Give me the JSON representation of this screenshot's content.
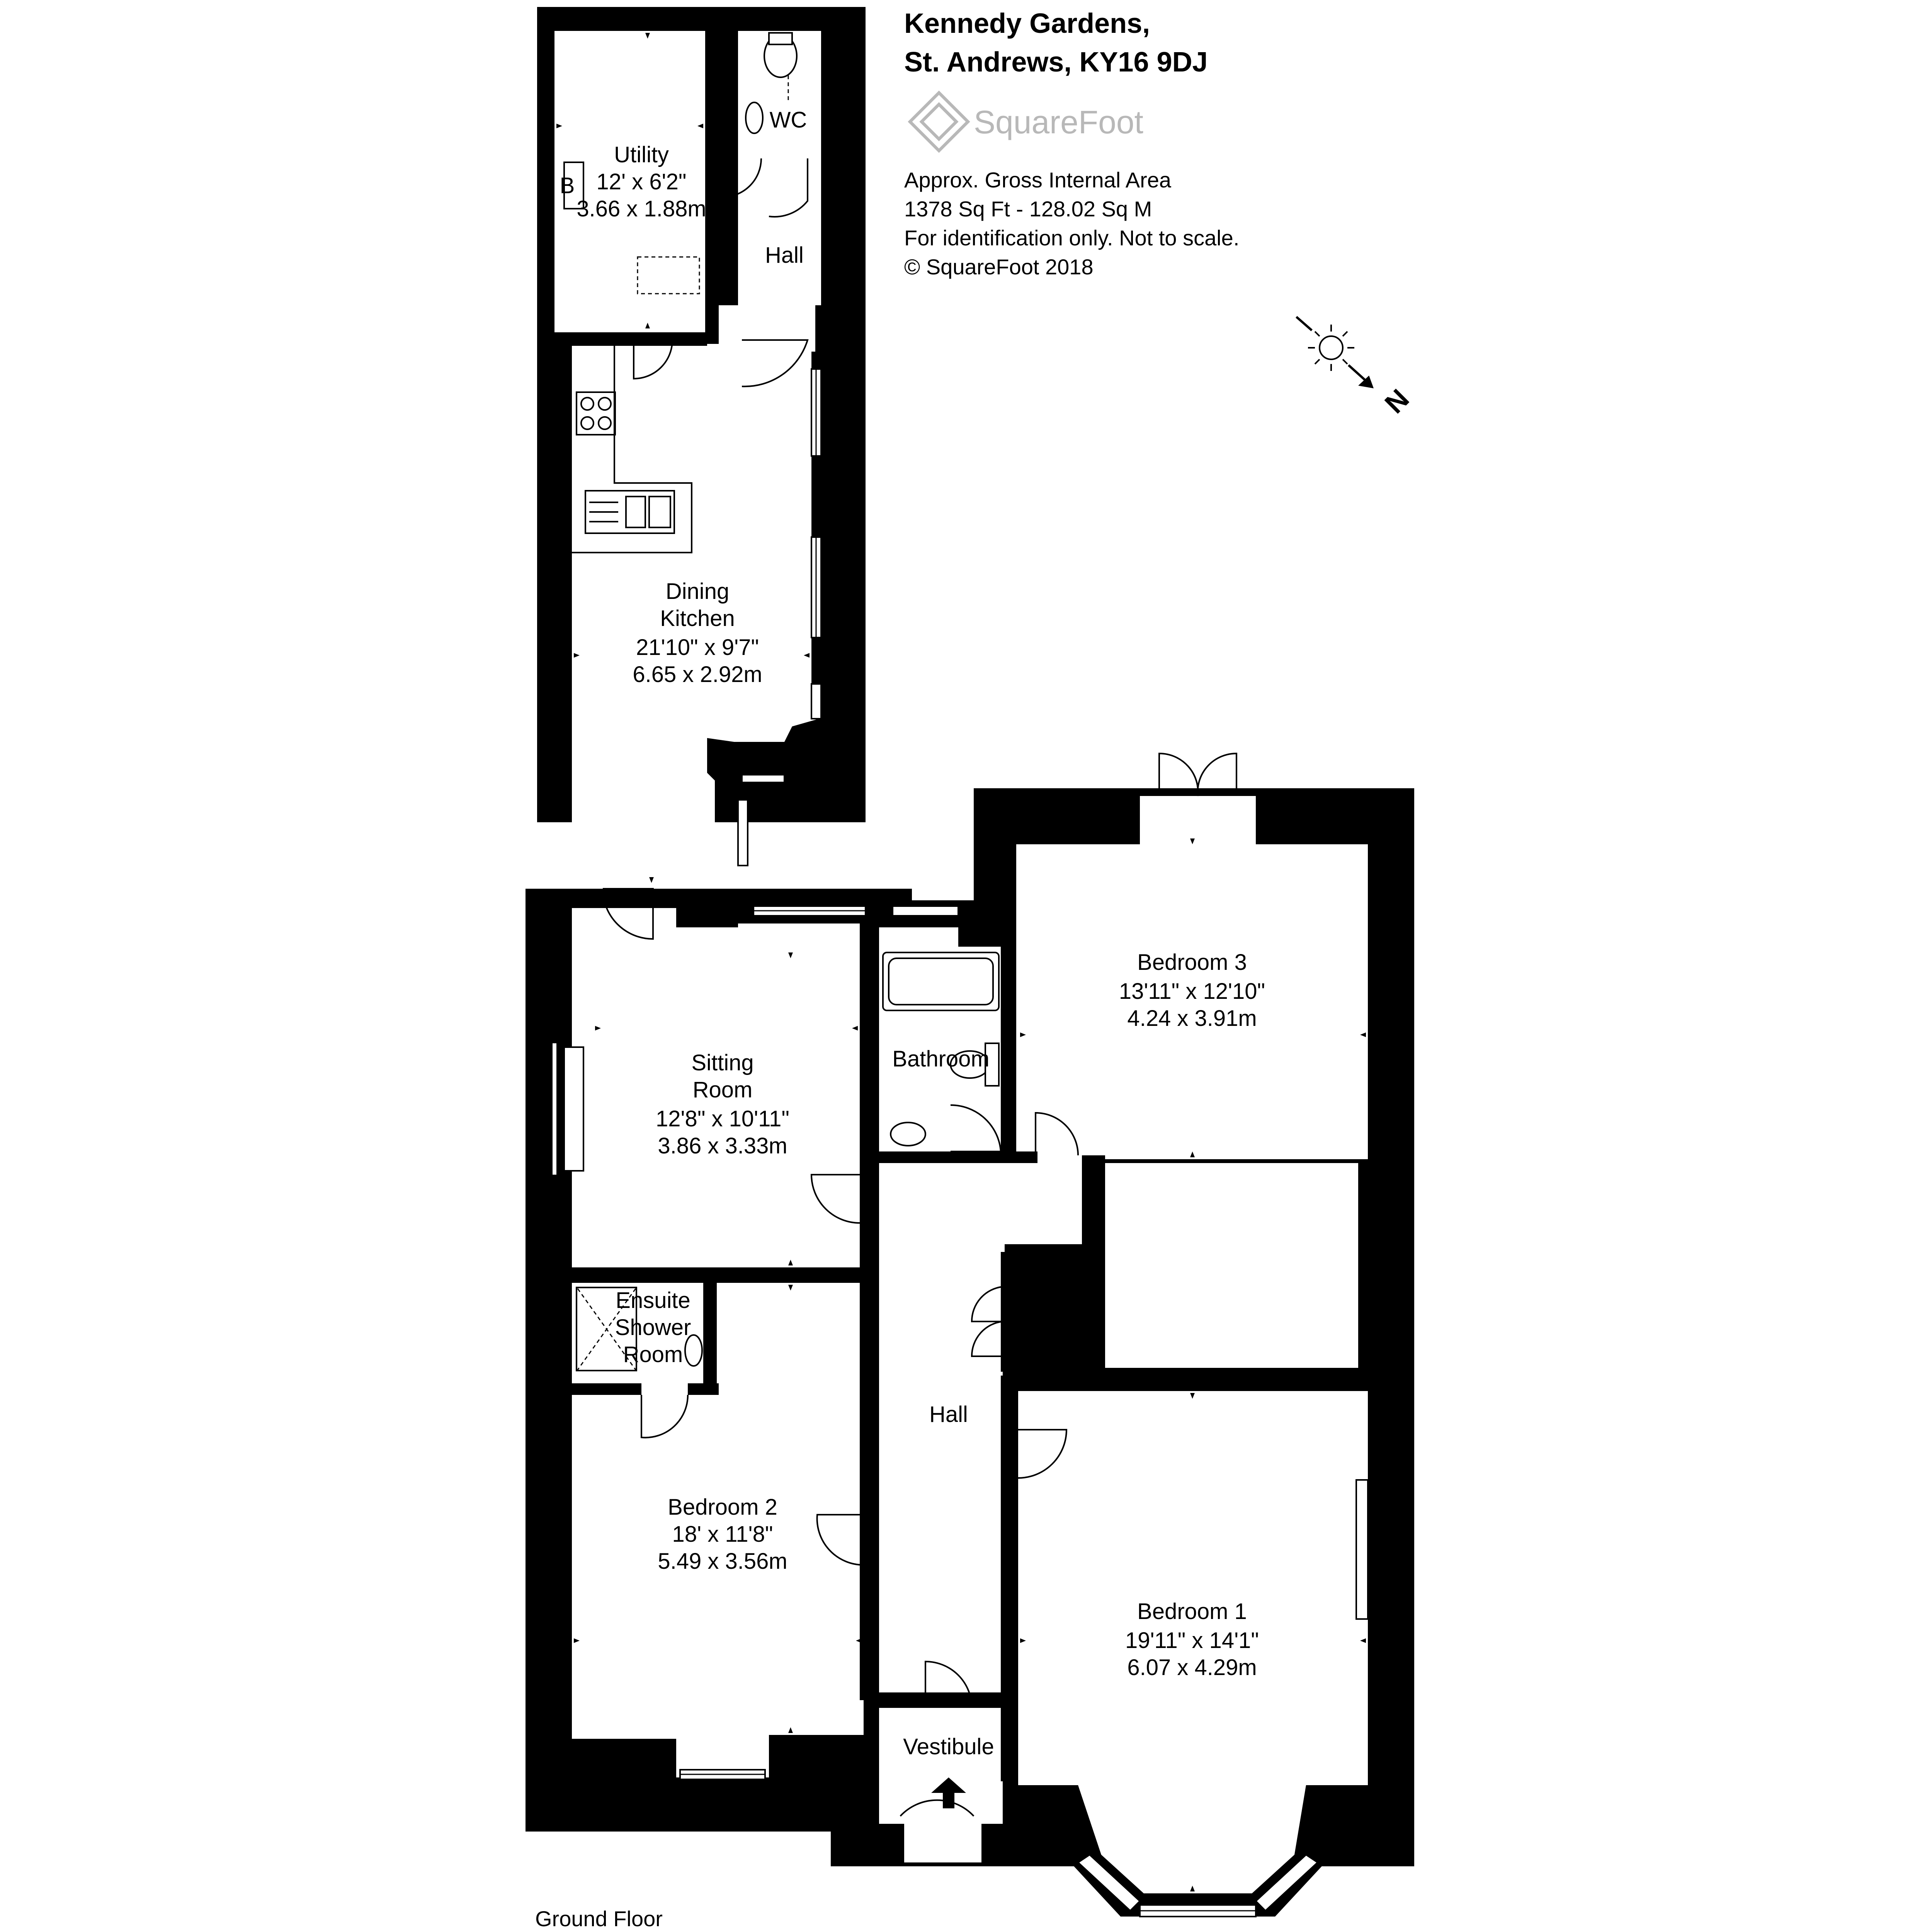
{
  "header": {
    "address_line1": "Kennedy Gardens,",
    "address_line2": "St. Andrews, KY16 9DJ",
    "brand": "SquareFoot",
    "area_line1": "Approx. Gross Internal Area",
    "area_line2": "1378 Sq Ft  -  128.02 Sq M",
    "note": "For identification only. Not to scale.",
    "copyright": "© SquareFoot 2018"
  },
  "compass": {
    "label": "N",
    "icon": "sun-compass-icon"
  },
  "floor_label": "Ground Floor",
  "rooms": {
    "utility": {
      "name": "Utility",
      "imperial": "12' x 6'2\"",
      "metric": "3.66 x 1.88m",
      "boiler": "B"
    },
    "wc": {
      "name": "WC"
    },
    "hall_rear": {
      "name": "Hall"
    },
    "kitchen": {
      "name1": "Dining",
      "name2": "Kitchen",
      "imperial": "21'10\" x 9'7\"",
      "metric": "6.65 x 2.92m"
    },
    "sitting": {
      "name1": "Sitting",
      "name2": "Room",
      "imperial": "12'8\" x 10'11\"",
      "metric": "3.86 x 3.33m"
    },
    "bathroom": {
      "name": "Bathroom"
    },
    "bedroom3": {
      "name": "Bedroom 3",
      "imperial": "13'11\" x 12'10\"",
      "metric": "4.24 x 3.91m"
    },
    "ensuite": {
      "name1": "Ensuite",
      "name2": "Shower",
      "name3": "Room"
    },
    "hall": {
      "name": "Hall"
    },
    "bedroom2": {
      "name": "Bedroom 2",
      "imperial": "18' x 11'8\"",
      "metric": "5.49 x 3.56m"
    },
    "bedroom1": {
      "name": "Bedroom 1",
      "imperial": "19'11\" x 14'1\"",
      "metric": "6.07 x 4.29m"
    },
    "vestibule": {
      "name": "Vestibule"
    }
  },
  "colors": {
    "walls": "#000000",
    "background": "#ffffff",
    "logo": "#b8b8b8"
  }
}
